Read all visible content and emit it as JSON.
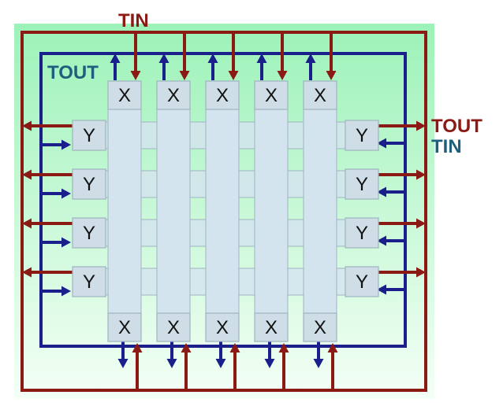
{
  "labels": {
    "tin_top": "TIN",
    "tout_left": "TOUT",
    "tout_right": "TOUT",
    "tin_right": "TIN"
  },
  "cells": {
    "x": "X",
    "y": "Y"
  },
  "counts": {
    "columns": 5,
    "rows": 4
  },
  "colors": {
    "red_line": "#8b1a14",
    "blue_line": "#1a1f8c",
    "tin_label": "#8b1a14",
    "tout_left_label": "#1f5f7e",
    "tout_right_label": "#8b1a14",
    "tin_right_label": "#1f5f7e",
    "cell_fill": "#cfdde6",
    "cell_stroke": "#9fb3bf",
    "bus_fill": "#d3e4ef",
    "bg_top": "#9cf2b8",
    "bg_bottom": "#f4fff6"
  }
}
